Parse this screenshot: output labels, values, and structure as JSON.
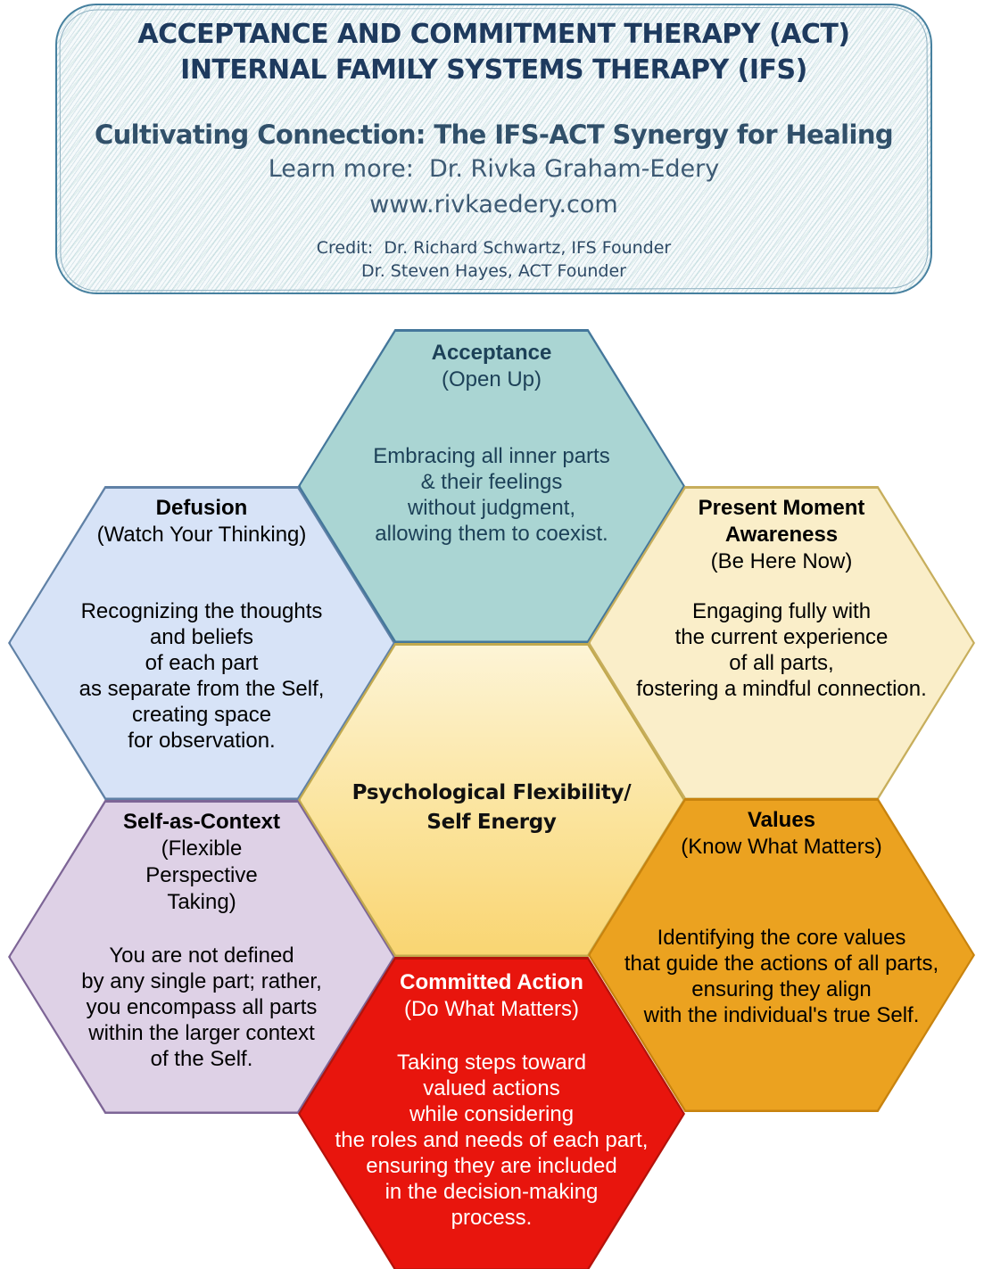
{
  "header": {
    "title_line1": "ACCEPTANCE AND COMMITMENT THERAPY (ACT)",
    "title_line2": "INTERNAL FAMILY SYSTEMS THERAPY (IFS)",
    "subtitle": "Cultivating Connection: The IFS-ACT Synergy for Healing",
    "learn_more": "Learn more:  Dr. Rivka Graham-Edery",
    "website": "www.rivkaedery.com",
    "credit_line1": "Credit:  Dr. Richard Schwartz, IFS Founder",
    "credit_line2": "Dr. Steven Hayes, ACT Founder",
    "title_color": "#1e3a5e",
    "border_color": "#46809f"
  },
  "hexagons": [
    {
      "id": "acceptance",
      "title": "Acceptance",
      "subtitle": "(Open Up)",
      "body": "Embracing all inner parts\n& their feelings\nwithout judgment,\nallowing them to coexist.",
      "fill": "#aad5d3",
      "border": "#44779b",
      "text_color": "#1d4158"
    },
    {
      "id": "defusion",
      "title": "Defusion",
      "subtitle": "(Watch Your Thinking)",
      "body": "Recognizing the thoughts\nand beliefs\nof each part\nas separate from the Self,\ncreating space\nfor observation.",
      "fill": "#d7e3f7",
      "border": "#6081a6",
      "text_color": "#000000"
    },
    {
      "id": "present-moment-awareness",
      "title": "Present Moment\nAwareness",
      "subtitle": "(Be Here Now)",
      "body": "Engaging fully with\nthe current experience\nof all parts,\nfostering a mindful connection.",
      "fill": "#faeec9",
      "border": "#c7ae5c",
      "text_color": "#000000"
    },
    {
      "id": "psychological-flexibility",
      "title": "Psychological Flexibility/\nSelf Energy",
      "subtitle": "",
      "body": "",
      "fill": "linear-gradient(180deg, #fdf4d6 0%, #fbe49d 55%, #f9d572 100%)",
      "fill_top": "#fdf4d6",
      "fill_bottom": "#f9d572",
      "border": "#c2a94e",
      "text_color": "#111111"
    },
    {
      "id": "self-as-context",
      "title": "Self-as-Context",
      "subtitle": "(Flexible\nPerspective\nTaking)",
      "body": "You are not defined\nby any single part; rather,\nyou encompass all parts\nwithin the larger context\nof the Self.",
      "fill": "#ded1e6",
      "border": "#7d6596",
      "text_color": "#000000"
    },
    {
      "id": "values",
      "title": "Values",
      "subtitle": "(Know What Matters)",
      "body": "Identifying the core values\nthat guide the actions of all parts,\nensuring they align\nwith the individual's true Self.",
      "fill": "#eba220",
      "border": "#c8830e",
      "text_color": "#000000"
    },
    {
      "id": "committed-action",
      "title": "Committed Action",
      "subtitle": "(Do What Matters)",
      "body": "Taking steps toward\nvalued actions\nwhile considering\nthe roles and needs of each part,\nensuring they are included\nin the decision-making\nprocess.",
      "fill": "#e8150d",
      "border": "#b5120a",
      "text_color": "#ffffff"
    }
  ]
}
